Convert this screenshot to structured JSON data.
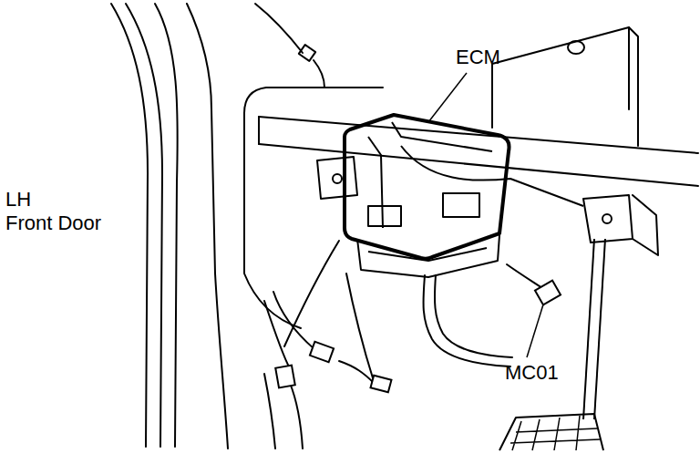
{
  "diagram": {
    "labels": [
      "ECM",
      "LH Front Door",
      "MC01"
    ]
  }
}
